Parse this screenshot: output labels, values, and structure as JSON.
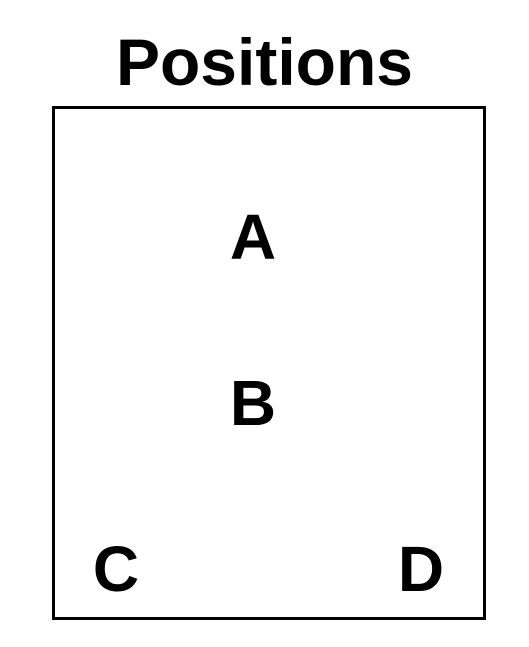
{
  "title": "Positions",
  "positions": [
    {
      "id": "A",
      "label": "A"
    },
    {
      "id": "B",
      "label": "B"
    },
    {
      "id": "C",
      "label": "C"
    },
    {
      "id": "D",
      "label": "D"
    }
  ],
  "colors": {
    "background": "#ffffff",
    "foreground": "#000000"
  }
}
